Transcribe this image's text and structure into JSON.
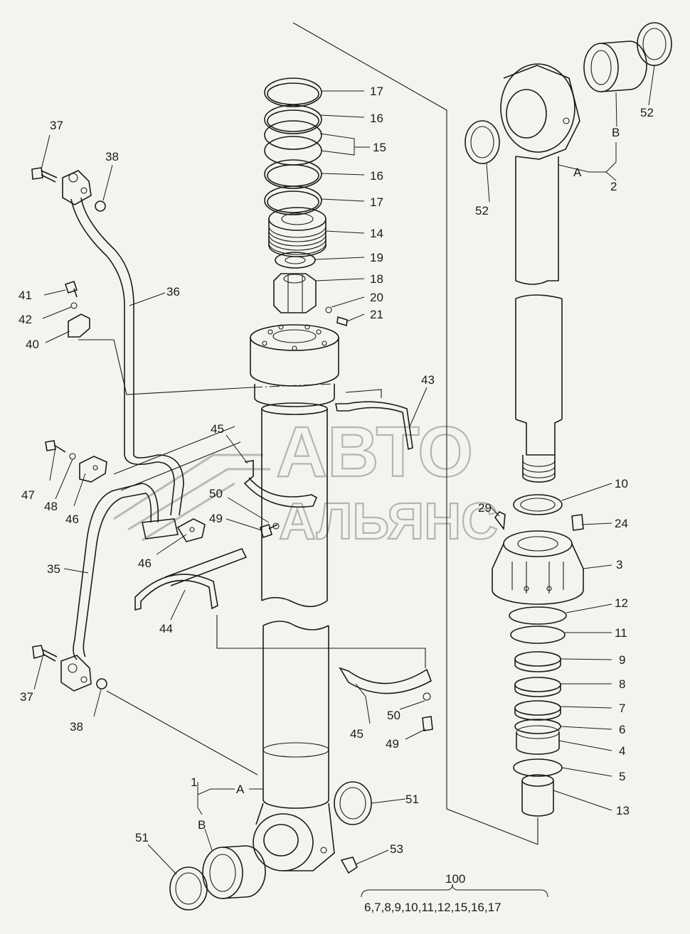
{
  "watermark": {
    "line1": "АВТО",
    "line2": "АЛЬЯНС"
  },
  "labels": [
    {
      "id": "l17a",
      "text": "17"
    },
    {
      "id": "l16a",
      "text": "16"
    },
    {
      "id": "l15",
      "text": "15"
    },
    {
      "id": "l16b",
      "text": "16"
    },
    {
      "id": "l17b",
      "text": "17"
    },
    {
      "id": "l14",
      "text": "14"
    },
    {
      "id": "l19",
      "text": "19"
    },
    {
      "id": "l18",
      "text": "18"
    },
    {
      "id": "l20",
      "text": "20"
    },
    {
      "id": "l21",
      "text": "21"
    },
    {
      "id": "l37a",
      "text": "37"
    },
    {
      "id": "l38a",
      "text": "38"
    },
    {
      "id": "l36",
      "text": "36"
    },
    {
      "id": "l41",
      "text": "41"
    },
    {
      "id": "l42",
      "text": "42"
    },
    {
      "id": "l40",
      "text": "40"
    },
    {
      "id": "l43",
      "text": "43"
    },
    {
      "id": "l45a",
      "text": "45"
    },
    {
      "id": "l47",
      "text": "47"
    },
    {
      "id": "l48",
      "text": "48"
    },
    {
      "id": "l46a",
      "text": "46"
    },
    {
      "id": "l50a",
      "text": "50"
    },
    {
      "id": "l49a",
      "text": "49"
    },
    {
      "id": "l46b",
      "text": "46"
    },
    {
      "id": "l35",
      "text": "35"
    },
    {
      "id": "l44",
      "text": "44"
    },
    {
      "id": "l37b",
      "text": "37"
    },
    {
      "id": "l38b",
      "text": "38"
    },
    {
      "id": "l45b",
      "text": "45"
    },
    {
      "id": "l50b",
      "text": "50"
    },
    {
      "id": "l49b",
      "text": "49"
    },
    {
      "id": "l51a",
      "text": "51"
    },
    {
      "id": "l51b",
      "text": "51"
    },
    {
      "id": "l53",
      "text": "53"
    },
    {
      "id": "l1",
      "text": "1"
    },
    {
      "id": "lA1",
      "text": "A"
    },
    {
      "id": "lB1",
      "text": "B"
    },
    {
      "id": "l52a",
      "text": "52"
    },
    {
      "id": "l52b",
      "text": "52"
    },
    {
      "id": "lB2",
      "text": "B"
    },
    {
      "id": "lA2",
      "text": "A"
    },
    {
      "id": "l2",
      "text": "2"
    },
    {
      "id": "l10",
      "text": "10"
    },
    {
      "id": "l29",
      "text": "29"
    },
    {
      "id": "l24",
      "text": "24"
    },
    {
      "id": "l3",
      "text": "3"
    },
    {
      "id": "l12",
      "text": "12"
    },
    {
      "id": "l11",
      "text": "11"
    },
    {
      "id": "l9",
      "text": "9"
    },
    {
      "id": "l8",
      "text": "8"
    },
    {
      "id": "l7",
      "text": "7"
    },
    {
      "id": "l6",
      "text": "6"
    },
    {
      "id": "l4",
      "text": "4"
    },
    {
      "id": "l5",
      "text": "5"
    },
    {
      "id": "l13",
      "text": "13"
    }
  ],
  "kit": {
    "number": "100",
    "parts": "6,7,8,9,10,11,12,15,16,17"
  }
}
